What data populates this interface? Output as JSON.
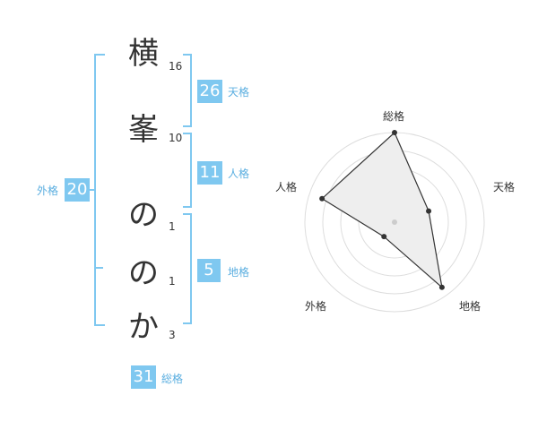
{
  "name": {
    "chars": [
      {
        "char": "横",
        "strokes": "16"
      },
      {
        "char": "峯",
        "strokes": "10"
      },
      {
        "char": "の",
        "strokes": "1"
      },
      {
        "char": "の",
        "strokes": "1"
      },
      {
        "char": "か",
        "strokes": "3"
      }
    ]
  },
  "kakusu": {
    "tenkaku": {
      "value": "26",
      "label": "天格"
    },
    "jinkaku": {
      "value": "11",
      "label": "人格"
    },
    "chikaku": {
      "value": "5",
      "label": "地格"
    },
    "gaikaku": {
      "value": "20",
      "label": "外格"
    },
    "soukaku": {
      "value": "31",
      "label": "総格"
    }
  },
  "radar": {
    "axes": [
      "総格",
      "天格",
      "地格",
      "外格",
      "人格"
    ],
    "levels": [
      1,
      0.4,
      0.9,
      0.2,
      0.85
    ],
    "colors": {
      "fill": "#eeeeee",
      "line": "#333333",
      "grid": "#dddddd",
      "point": "#333333",
      "center": "#cccccc"
    }
  },
  "colors": {
    "accent": "#7fc8f0",
    "accent_text": "#5aaee0"
  }
}
